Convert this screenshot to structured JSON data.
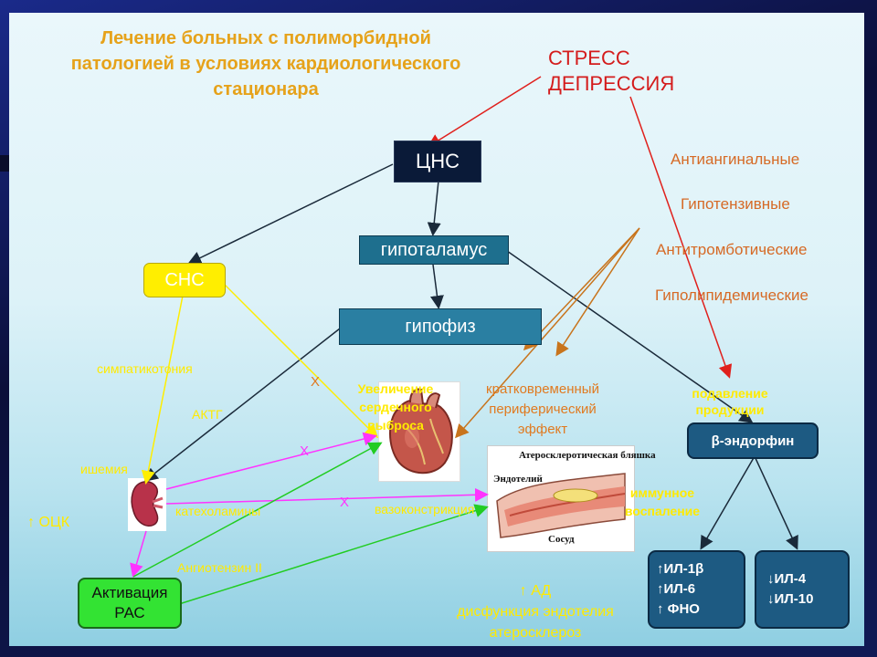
{
  "title": "Лечение больных с полиморбидной патологией в условиях кардиологического стационара",
  "stress": {
    "line1": "СТРЕСС",
    "line2": "ДЕПРЕССИЯ"
  },
  "drugs": [
    "Антиангинальные",
    "Гипотензивные",
    "Антитромботические",
    "Гиполипидемические"
  ],
  "nodes": {
    "cns": "ЦНС",
    "hypothalamus": "гипоталамус",
    "hypophysis": "гипофиз",
    "sns": "СНС",
    "endorphin": "β-эндорфин",
    "ras": {
      "line1": "Активация",
      "line2": "РАС"
    },
    "il_up": [
      "↑ИЛ-1β",
      "↑ИЛ-6",
      "↑ ФНО"
    ],
    "il_down": [
      "↓ИЛ-4",
      "↓ИЛ-10"
    ]
  },
  "labels": {
    "sympathicotonia": "симпатикотония",
    "actg": "АКТГ",
    "ischemia": "ишемия",
    "catecholamines": "катехоламины",
    "angiotensin": "Ангиотензин II",
    "vasoconstriction": "вазоконстрикция",
    "ock": "↑ ОЦК",
    "cardiac_output": "Увеличение сердечного выброса",
    "peripheral_effect": "кратковременный периферический эффект",
    "suppression": "подавление продукции",
    "immune": "иммунное воспаление",
    "ad": "↑ АД",
    "dysfunction": "дисфункция эндотелия",
    "atherosclerosis": "атеросклероз",
    "x_mark": "X"
  },
  "vessel_image": {
    "plaque": "Атеросклеротическая бляшка",
    "endothelium": "Эндотелий",
    "vessel": "Сосуд"
  },
  "colors": {
    "title": "#e6a21a",
    "stress": "#d41c1c",
    "drugs": "#d66a26",
    "arrow_yellow": "#ffee00",
    "arrow_magenta": "#ff33ff",
    "arrow_green": "#22cc22",
    "arrow_dark": "#1a2a3a",
    "arrow_red": "#e0201c",
    "arrow_orange": "#c8741c"
  }
}
